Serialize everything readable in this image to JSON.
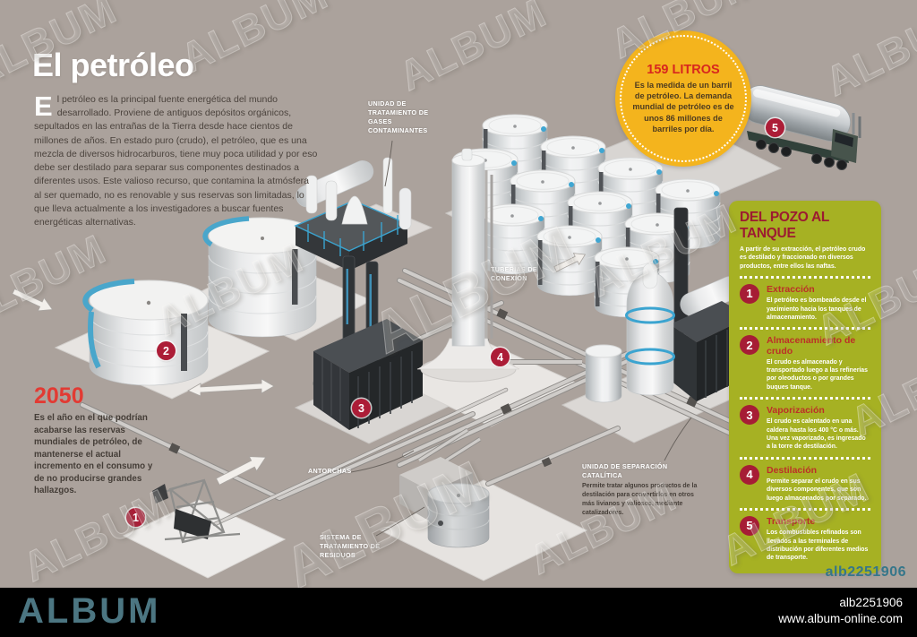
{
  "watermark": {
    "label": "ALBUM"
  },
  "title": "El petróleo",
  "intro": {
    "dropcap": "E",
    "text": "l petróleo es la principal fuente energética del mundo desarrollado. Proviene de antiguos depósitos orgánicos, sepultados en las entrañas de la Tierra desde hace cientos de millones de años. En estado puro (crudo), el petróleo, que es una mezcla de diversos hidrocarburos, tiene muy poca utilidad y por eso debe ser destilado para separar sus componentes destinados a diferentes usos. Este valioso recurso, que contamina la atmósfera al ser quemado, no es renovable y sus reservas son limitadas, lo que lleva actualmente a los investigadores a buscar fuentes energéticas alternativas."
  },
  "badge": {
    "title": "159 LITROS",
    "text": "Es la medida de un barril de petróleo. La demanda mundial de petróleo es de unos 86 millones de barriles por día."
  },
  "forecast": {
    "year": "2050",
    "text": "Es el año en el que podrían acabarse las reservas mundiales de petróleo, de mantenerse el actual incremento en el consumo y de no producirse grandes hallazgos."
  },
  "panel": {
    "title": "DEL POZO AL TANQUE",
    "intro": "A partir de su extracción, el petróleo crudo es destilado y fraccionado en diversos productos, entre ellos las naftas.",
    "steps": [
      {
        "num": "1",
        "title": "Extracción",
        "text": "El petróleo es bombeado desde el yacimiento hacia los tanques de almacenamiento."
      },
      {
        "num": "2",
        "title": "Almacenamiento de crudo",
        "text": "El crudo es almacenado y transportado luego a las refinerías por oleoductos o por grandes buques tanque."
      },
      {
        "num": "3",
        "title": "Vaporización",
        "text": "El crudo es calentado en una caldera hasta los 400 °C o más. Una vez vaporizado, es ingresado a la torre de destilación."
      },
      {
        "num": "4",
        "title": "Destilación",
        "text": "Permite separar el crudo en sus diversos componentes, que son luego almacenados por separado."
      },
      {
        "num": "5",
        "title": "Transporte",
        "text": "Los combustibles refinados son llevados a las terminales de distribución por diferentes medios de transporte."
      }
    ]
  },
  "diagram_labels": {
    "gases": "UNIDAD DE TRATAMIENTO DE GASES CONTAMINANTES",
    "tuberias": "TUBERÍAS DE CONEXIÓN",
    "antorchas": "ANTORCHAS",
    "residuos": "SISTEMA DE TRATAMIENTO DE RESIDUOS",
    "catalitica_title": "UNIDAD DE SEPARACIÓN CATALÍTICA",
    "catalitica_text": "Permite tratar algunos productos de la destilación para convertirlos en otros más livianos y valiosos, mediante catalizadores."
  },
  "markers": [
    "1",
    "2",
    "3",
    "4",
    "5"
  ],
  "ref_overlay": "alb2251906",
  "footer": {
    "logo": "ALBUM",
    "ref": "alb2251906",
    "url": "www.album-online.com"
  },
  "colors": {
    "background": "#aba29c",
    "panel_green": "#a6b123",
    "accent_red": "#e23a33",
    "marker_red": "#ac1d37",
    "badge_yellow": "#f4b41d",
    "logo_teal": "#4c7682",
    "ref_teal": "#35768a",
    "pipe_blue": "#3fa6d2"
  }
}
